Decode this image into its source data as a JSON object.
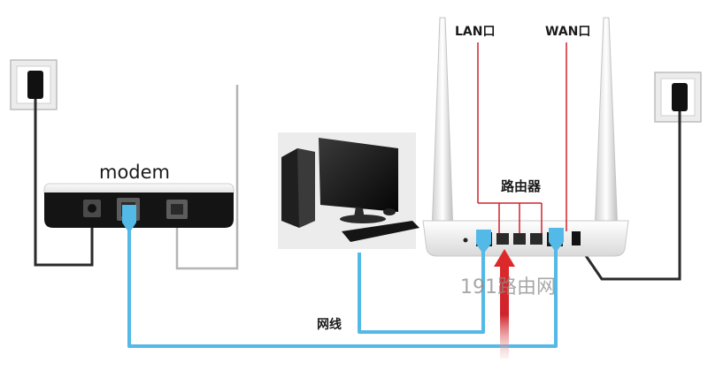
{
  "labels": {
    "modem": "modem",
    "lan_port": "LAN口",
    "wan_port": "WAN口",
    "router": "路由器",
    "network_cable": "网线"
  },
  "watermark": "191路由网",
  "colors": {
    "cable_blue": "#53b9e6",
    "arrow_red": "#d0232c",
    "device_dark": "#141414",
    "router_white": "#f3f3f3"
  },
  "icons": {
    "wall_socket_left": "wall-socket-icon",
    "wall_socket_right": "wall-socket-icon",
    "computer": "desktop-computer-icon",
    "arrow": "up-arrow-icon"
  }
}
